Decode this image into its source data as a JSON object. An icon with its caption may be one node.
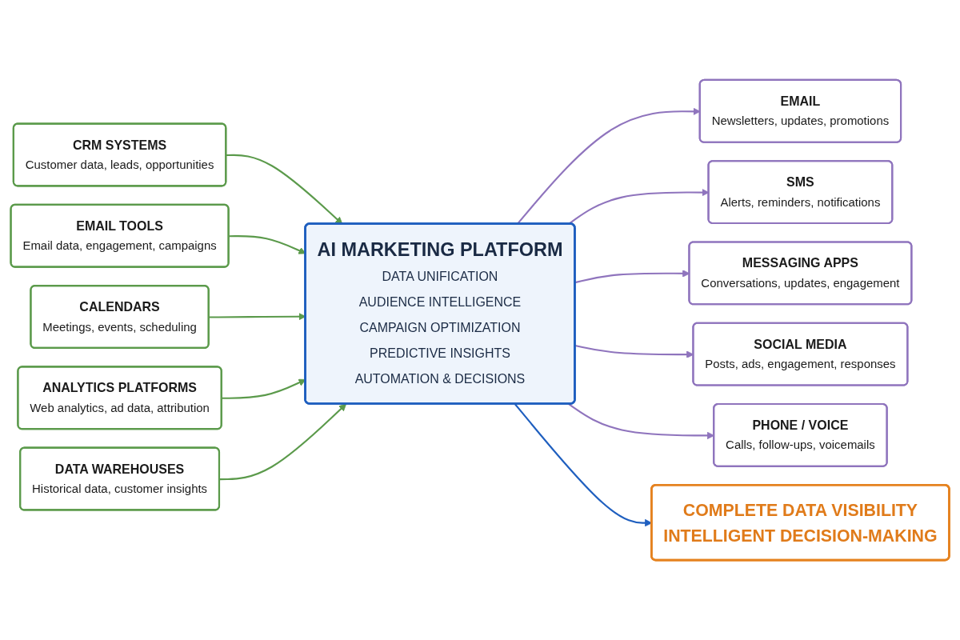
{
  "diagram": {
    "nodes": [
      {
        "text": [
          "CRM SYSTEMS",
          "Customer data, leads, opportunities"
        ]
      },
      {
        "text": [
          "EMAIL TOOLS",
          "Email data, engagement, campaigns"
        ]
      },
      {
        "text": [
          "CALENDARS",
          "Meetings, events, scheduling"
        ]
      },
      {
        "text": [
          "ANALYTICS PLATFORMS",
          "Web analytics, ad data, attribution"
        ]
      },
      {
        "text": [
          "DATA WAREHOUSES",
          "Historical data, customer insights"
        ]
      },
      {
        "text": [
          "AI MARKETING PLATFORM",
          "DATA UNIFICATION",
          "AUDIENCE INTELLIGENCE",
          "CAMPAIGN OPTIMIZATION",
          "PREDICTIVE INSIGHTS",
          "AUTOMATION & DECISIONS"
        ]
      },
      {
        "text": [
          "EMAIL",
          "Newsletters, updates, promotions"
        ]
      },
      {
        "text": [
          "SMS",
          "Alerts, reminders, notifications"
        ]
      },
      {
        "text": [
          "MESSAGING APPS",
          "Conversations, updates, engagement"
        ]
      },
      {
        "text": [
          "SOCIAL MEDIA",
          "Posts, ads, engagement, responses"
        ]
      },
      {
        "text": [
          "PHONE / VOICE",
          "Calls, follow-ups, voicemails"
        ]
      },
      {
        "text": [
          "COMPLETE DATA VISIBILITY",
          "INTELLIGENT DECISION-MAKING"
        ]
      }
    ],
    "edges": [
      {
        "from": 0,
        "to": 5,
        "arrow": "to",
        "color": "#5b9a4b"
      },
      {
        "from": 1,
        "to": 5,
        "arrow": "to",
        "color": "#5b9a4b"
      },
      {
        "from": 2,
        "to": 5,
        "arrow": "to",
        "color": "#5b9a4b"
      },
      {
        "from": 3,
        "to": 5,
        "arrow": "to",
        "color": "#5b9a4b"
      },
      {
        "from": 4,
        "to": 5,
        "arrow": "to",
        "color": "#5b9a4b"
      },
      {
        "from": 5,
        "to": 6,
        "arrow": "to",
        "color": "#8f74bd"
      },
      {
        "from": 5,
        "to": 7,
        "arrow": "to",
        "color": "#8f74bd"
      },
      {
        "from": 5,
        "to": 8,
        "arrow": "to",
        "color": "#8f74bd"
      },
      {
        "from": 5,
        "to": 9,
        "arrow": "to",
        "color": "#8f74bd"
      },
      {
        "from": 5,
        "to": 10,
        "arrow": "to",
        "color": "#8f74bd"
      },
      {
        "from": 5,
        "to": 11,
        "arrow": "to",
        "color": "#1f5fbf"
      }
    ]
  }
}
